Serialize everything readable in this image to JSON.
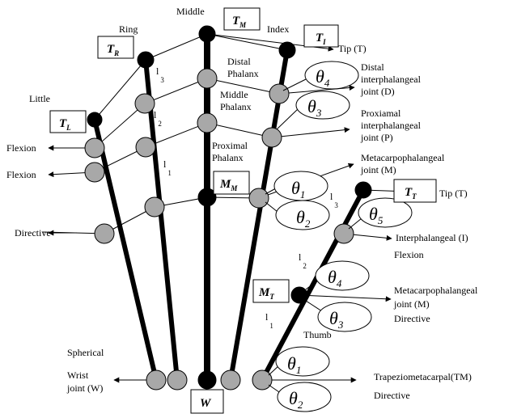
{
  "fingers": {
    "middle": "Middle",
    "ring": "Ring",
    "index": "Index",
    "little": "Little",
    "thumb": "Thumb"
  },
  "boxes": {
    "t_m": {
      "main": "T",
      "sub": "M"
    },
    "t_r": {
      "main": "T",
      "sub": "R"
    },
    "t_i": {
      "main": "T",
      "sub": "I"
    },
    "t_l": {
      "main": "T",
      "sub": "L"
    },
    "m_m": {
      "main": "M",
      "sub": "M"
    },
    "t_t": {
      "main": "T",
      "sub": "T"
    },
    "m_t": {
      "main": "M",
      "sub": "T"
    },
    "w": {
      "main": "W"
    }
  },
  "labels": {
    "tip": "Tip   (T)",
    "distal_phalanx_1": "Distal",
    "distal_phalanx_2": "Phalanx",
    "middle_phalanx_1": "Middle",
    "middle_phalanx_2": "Phalanx",
    "proximal_phalanx_1": "Proximal",
    "proximal_phalanx_2": "Phalanx",
    "dip_1": "Distal",
    "dip_2": "interphalangeal",
    "dip_3": "joint  (D)",
    "pip_1": "Proxiamal",
    "pip_2": "interphalangeal",
    "pip_3": "joint  (P)",
    "mcp_1": "Metacarpophalangeal",
    "mcp_2": "joint  (M)",
    "flexion_a": "Flexion",
    "flexion_b": "Flexion",
    "directive_left": "Directive",
    "spherical": "Spherical",
    "wrist_1": "Wrist",
    "wrist_2": "joint (W)",
    "thumb_tip": "Tip   (T)",
    "thumb_ip": "Interphalangeal   (I)",
    "thumb_flexion": "Flexion",
    "thumb_mcp_1": "Metacarpophalangeal",
    "thumb_mcp_2": "joint (M)",
    "thumb_directive": "Directive",
    "tm": "Trapeziometacarpal(TM)",
    "tm_directive": "Directive"
  },
  "link_labels": {
    "l3_ring": {
      "main": "l",
      "sub": "3"
    },
    "l2_ring": {
      "main": "l",
      "sub": "2"
    },
    "l1_ring": {
      "main": "l",
      "sub": "1"
    },
    "l3_thumb": {
      "main": "l",
      "sub": "3"
    },
    "l2_thumb": {
      "main": "l",
      "sub": "2"
    },
    "l1_thumb": {
      "main": "l",
      "sub": "1"
    }
  },
  "thetas": {
    "t4_index": {
      "sym": "θ",
      "sub": "4"
    },
    "t3_index": {
      "sym": "θ",
      "sub": "3"
    },
    "t1_mcp": {
      "sym": "θ",
      "sub": "1"
    },
    "t2_mcp": {
      "sym": "θ",
      "sub": "2"
    },
    "t5_thumb": {
      "sym": "θ",
      "sub": "5"
    },
    "t4_thumb": {
      "sym": "θ",
      "sub": "4"
    },
    "t3_thumb": {
      "sym": "θ",
      "sub": "3"
    },
    "t1_tm": {
      "sym": "θ",
      "sub": "1"
    },
    "t2_tm": {
      "sym": "θ",
      "sub": "2"
    }
  },
  "colors": {
    "bone": "#000000",
    "joint_gray": "#a8a8a8",
    "joint_black": "#000000"
  }
}
